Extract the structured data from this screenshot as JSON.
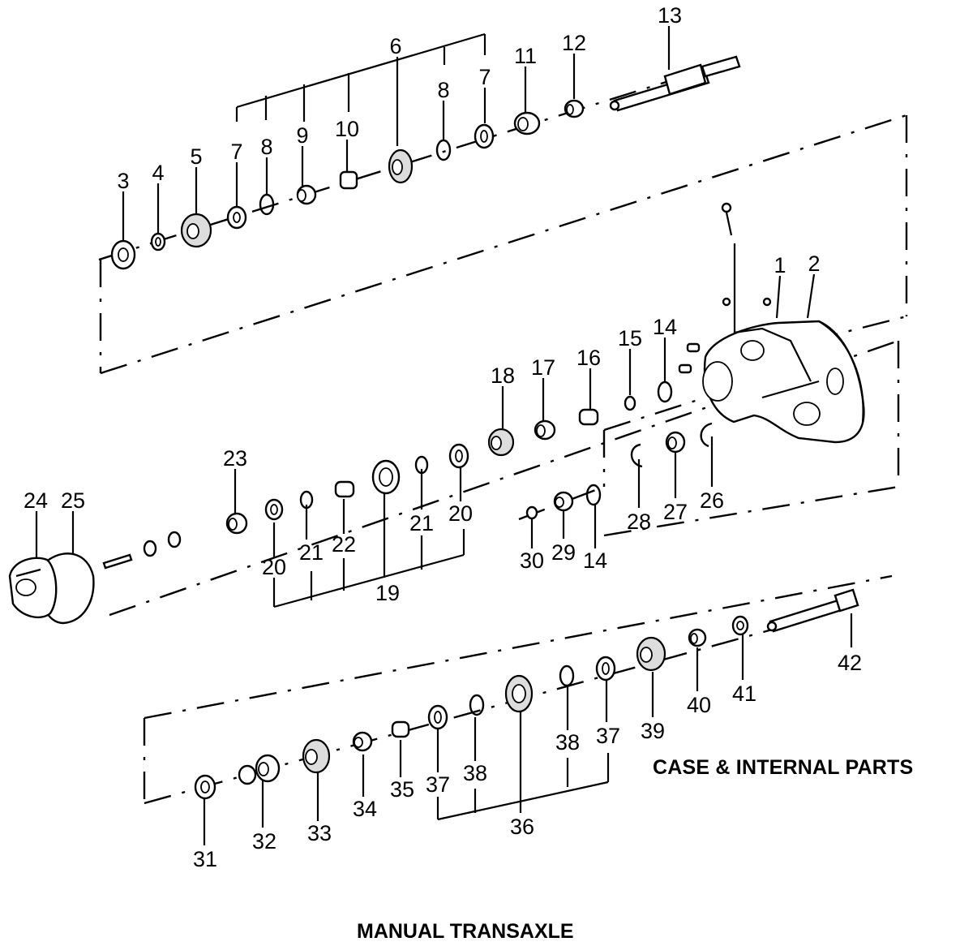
{
  "captions": {
    "section": "CASE & INTERNAL PARTS",
    "title": "MANUAL TRANSAXLE"
  },
  "callouts": {
    "c1": "1",
    "c2": "2",
    "c3": "3",
    "c4": "4",
    "c5": "5",
    "c6": "6",
    "c7a": "7",
    "c7b": "7",
    "c8a": "8",
    "c8b": "8",
    "c9": "9",
    "c10": "10",
    "c11": "11",
    "c12": "12",
    "c13": "13",
    "c14a": "14",
    "c14b": "14",
    "c15": "15",
    "c16": "16",
    "c17": "17",
    "c18": "18",
    "c19": "19",
    "c20a": "20",
    "c20b": "20",
    "c21a": "21",
    "c21b": "21",
    "c22": "22",
    "c23": "23",
    "c24": "24",
    "c25": "25",
    "c26": "26",
    "c27": "27",
    "c28": "28",
    "c29": "29",
    "c30": "30",
    "c31": "31",
    "c32": "32",
    "c33": "33",
    "c34": "34",
    "c35": "35",
    "c36": "36",
    "c37a": "37",
    "c37b": "37",
    "c38a": "38",
    "c38b": "38",
    "c39": "39",
    "c40": "40",
    "c41": "41",
    "c42": "42"
  }
}
